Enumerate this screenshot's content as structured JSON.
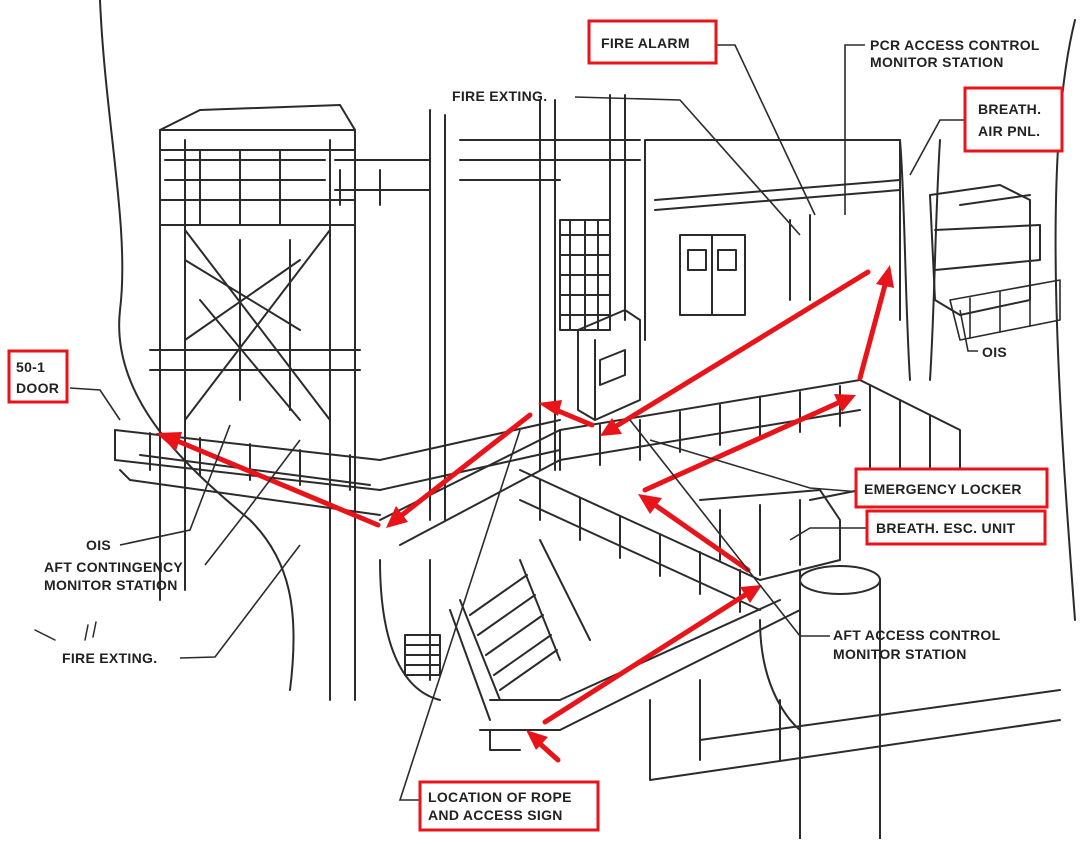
{
  "labels": {
    "fire_alarm": "FIRE ALARM",
    "pcr_access_1": "PCR ACCESS CONTROL",
    "pcr_access_2": "MONITOR STATION",
    "breath_air_1": "BREATH.",
    "breath_air_2": "AIR PNL.",
    "fire_exting_top": "FIRE EXTING.",
    "door_1": "50-1",
    "door_2": "DOOR",
    "ois_right": "OIS",
    "emergency_locker": "EMERGENCY LOCKER",
    "breath_esc_unit": "BREATH. ESC. UNIT",
    "ois_left": "OIS",
    "aft_contingency_1": "AFT CONTINGENCY",
    "aft_contingency_2": "MONITOR STATION",
    "fire_exting_bottom": "FIRE EXTING.",
    "aft_access_1": "AFT ACCESS CONTROL",
    "aft_access_2": "MONITOR STATION",
    "rope_1": "LOCATION OF ROPE",
    "rope_2": "AND ACCESS SIGN"
  },
  "colors": {
    "highlight_red": "#e8141a",
    "ink": "#2b2b2b",
    "background": "#ffffff"
  }
}
